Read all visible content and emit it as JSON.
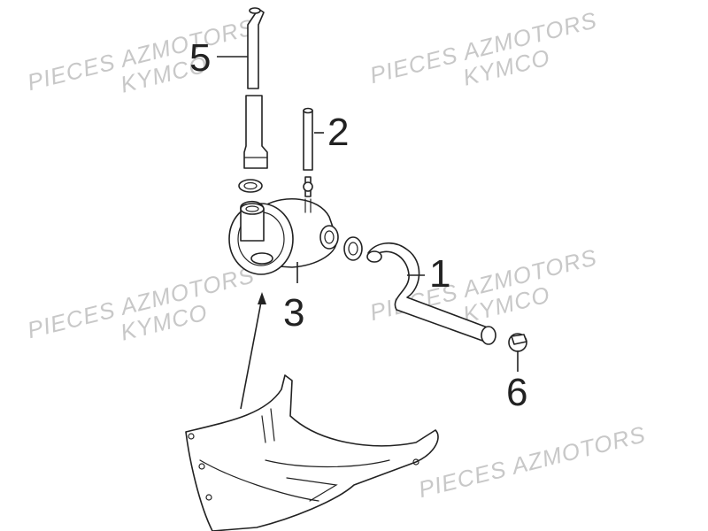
{
  "watermark": {
    "line1": "PIECES AZMOTORS",
    "line2": "KYMCO",
    "color": "#c8c8c8"
  },
  "callouts": [
    {
      "id": "1",
      "label": "1"
    },
    {
      "id": "2",
      "label": "2"
    },
    {
      "id": "3",
      "label": "3"
    },
    {
      "id": "5",
      "label": "5"
    },
    {
      "id": "6",
      "label": "6"
    }
  ],
  "colors": {
    "line": "#222222",
    "background": "#ffffff"
  }
}
